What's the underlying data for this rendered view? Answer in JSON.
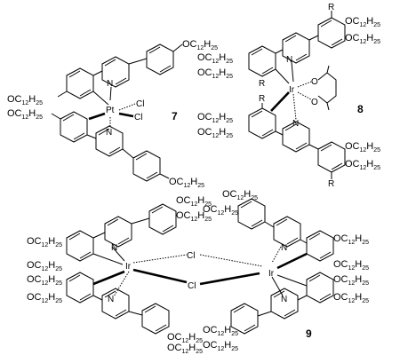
{
  "compounds": {
    "c7": {
      "label": "7",
      "center_atom": "Pt",
      "ligand_atom": "Cl",
      "nitrogen": "N",
      "substituent": "OC12H25"
    },
    "c8": {
      "label": "8",
      "center_atom": "Ir",
      "oxygen": "O",
      "nitrogen": "N",
      "r_group": "R",
      "substituent": "OC12H25"
    },
    "c9": {
      "label": "9",
      "center_atom": "Ir",
      "bridge_atom": "Cl",
      "nitrogen": "N",
      "substituent": "OC12H25"
    }
  }
}
